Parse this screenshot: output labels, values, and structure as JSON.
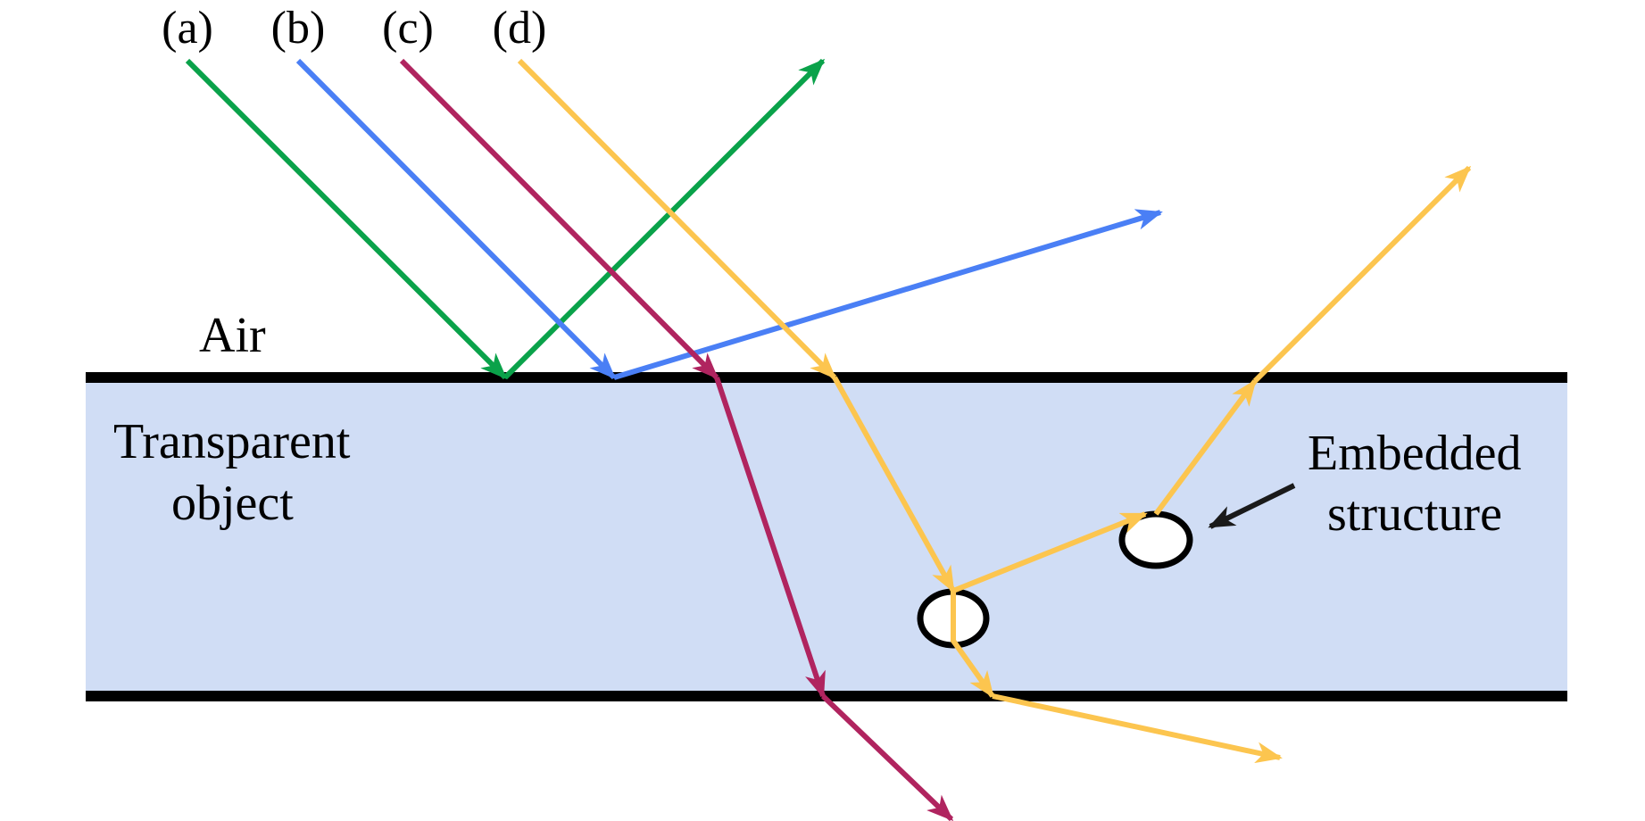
{
  "labels": {
    "ray_a": "(a)",
    "ray_b": "(b)",
    "ray_c": "(c)",
    "ray_d": "(d)",
    "air": "Air",
    "object_line1": "Transparent",
    "object_line2": "object",
    "structure_line1": "Embedded",
    "structure_line2": "structure"
  },
  "colors": {
    "ray_a": "#0aa24a",
    "ray_b": "#4a7ff5",
    "ray_c": "#b0245f",
    "ray_d": "#fcc54f",
    "slab_fill": "#d0ddf5",
    "boundary": "#000000",
    "pointer_arrow": "#1a1a1a"
  }
}
